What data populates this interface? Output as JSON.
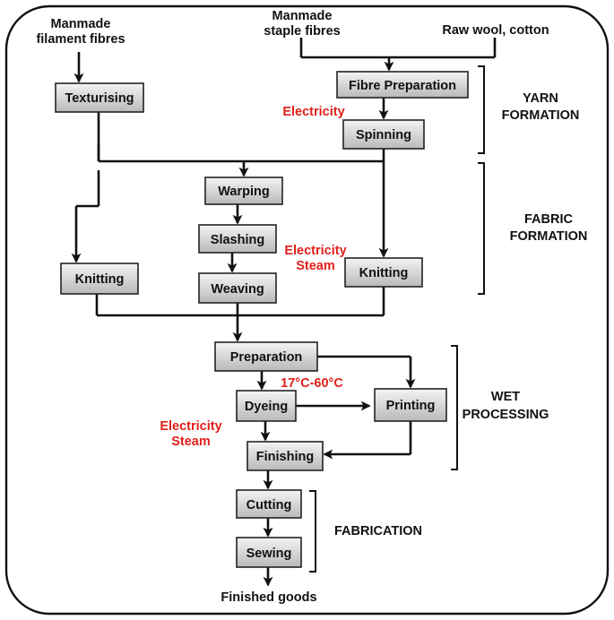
{
  "inputs": {
    "filament": [
      "Manmade",
      "filament fibres"
    ],
    "staple": [
      "Manmade",
      "staple fibres"
    ],
    "raw": "Raw wool, cotton"
  },
  "steps": {
    "texturising": "Texturising",
    "fibre_preparation": "Fibre Preparation",
    "spinning": "Spinning",
    "warping": "Warping",
    "slashing": "Slashing",
    "weaving": "Weaving",
    "knitting_left": "Knitting",
    "knitting_right": "Knitting",
    "preparation": "Preparation",
    "dyeing": "Dyeing",
    "printing": "Printing",
    "finishing": "Finishing",
    "cutting": "Cutting",
    "sewing": "Sewing"
  },
  "output": "Finished goods",
  "annotations": {
    "spinning_energy": "Electricity",
    "fabric_energy": [
      "Electricity",
      "Steam"
    ],
    "dyeing_temp": "17°C-60°C",
    "finishing_energy": [
      "Electricity",
      "Steam"
    ]
  },
  "stages": {
    "yarn": [
      "YARN",
      "FORMATION"
    ],
    "fabric": [
      "FABRIC",
      "FORMATION"
    ],
    "wet": [
      "WET",
      "PROCESSING"
    ],
    "fabrication": "FABRICATION"
  },
  "colors": {
    "annotation": "#e0201b",
    "box_top": "#f4f4f4",
    "box_bottom": "#b9b9b9",
    "line": "#111111"
  }
}
